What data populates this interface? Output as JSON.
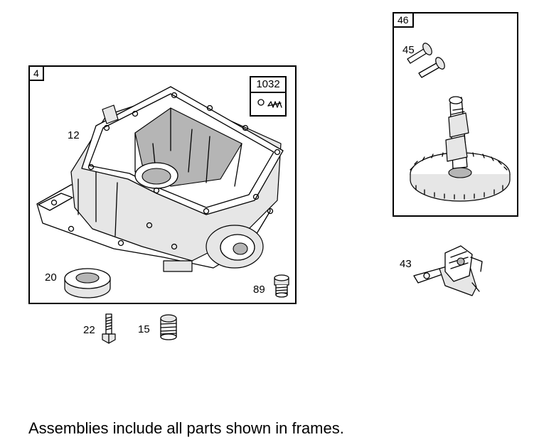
{
  "frames": {
    "sump_frame": {
      "tag": "4"
    },
    "kit_frame": {
      "tag": "1032"
    },
    "camshaft_frame": {
      "tag": "46"
    }
  },
  "callouts": {
    "gasket": "12",
    "oil_seal": "20",
    "plug": "89",
    "bolt": "22",
    "plug_15": "15",
    "pin": "45",
    "governor": "43"
  },
  "footer": {
    "note": "Assemblies include all parts shown in frames."
  }
}
